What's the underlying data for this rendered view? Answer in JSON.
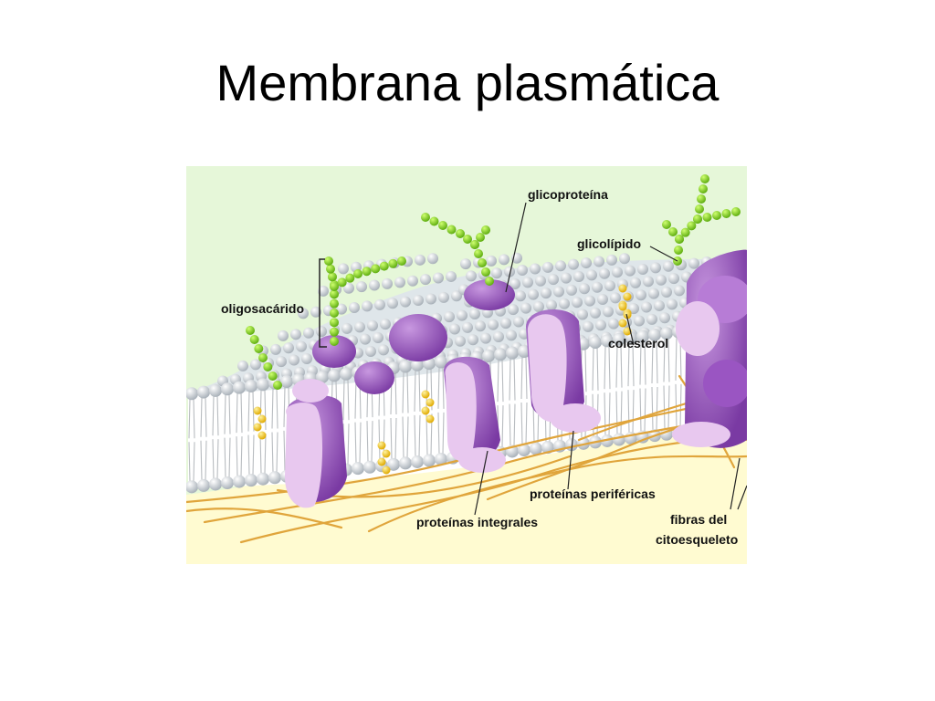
{
  "slide": {
    "title": "Membrana plasmática"
  },
  "diagram": {
    "colors": {
      "background_top": "#e6f7d9",
      "background_bottom": "#fffbd1",
      "protein_purple": "#9a55c2",
      "protein_light": "#e8c8ef",
      "lipid_head": "#d8dde2",
      "sugar_green": "#84d21c",
      "cholesterol_yellow": "#f4c81a",
      "fiber_orange": "#e0a53c"
    },
    "labels": {
      "glycoprotein": "glicoproteína",
      "glycolipid": "glicolípido",
      "oligosaccharide": "oligosacárido",
      "cholesterol": "colesterol",
      "peripheral_proteins": "proteínas periféricas",
      "integral_proteins": "proteínas integrales",
      "fibers_line1": "fibras del",
      "fibers_line2": "citoesqueleto"
    }
  }
}
